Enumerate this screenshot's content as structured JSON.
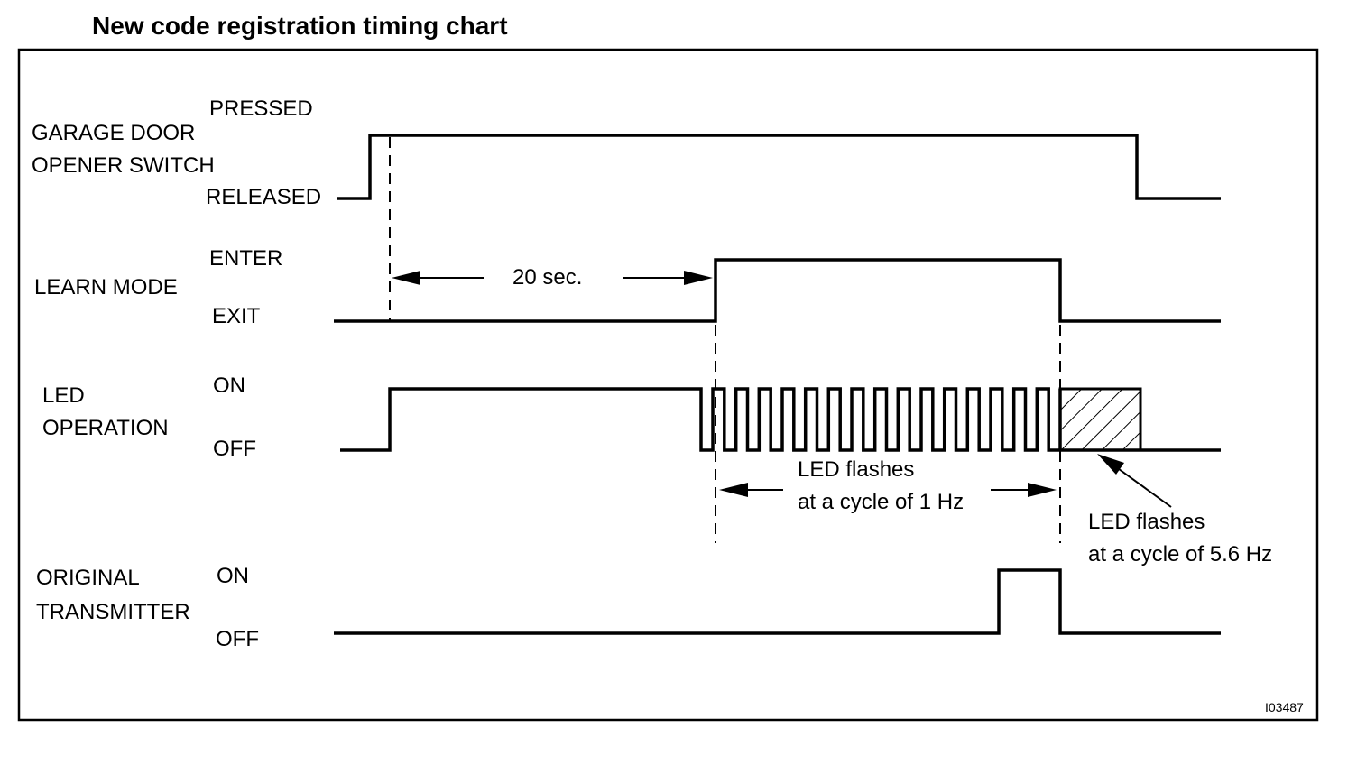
{
  "title": "New code registration timing chart",
  "figure_id": "I03487",
  "signals": {
    "switch": {
      "name_lines": [
        "GARAGE DOOR",
        "OPENER SWITCH"
      ],
      "high_label": "PRESSED",
      "low_label": "RELEASED"
    },
    "learn": {
      "name_lines": [
        "LEARN MODE"
      ],
      "high_label": "ENTER",
      "low_label": "EXIT"
    },
    "led": {
      "name_lines": [
        "LED",
        "OPERATION"
      ],
      "high_label": "ON",
      "low_label": "OFF"
    },
    "transmitter": {
      "name_lines": [
        "ORIGINAL",
        "TRANSMITTER"
      ],
      "high_label": "ON",
      "low_label": "OFF"
    }
  },
  "annotations": {
    "delay": "20 sec.",
    "flash_1hz": [
      "LED flashes",
      "at a cycle of 1 Hz"
    ],
    "flash_56hz": [
      "LED flashes",
      "at a cycle of 5.6 Hz"
    ]
  }
}
